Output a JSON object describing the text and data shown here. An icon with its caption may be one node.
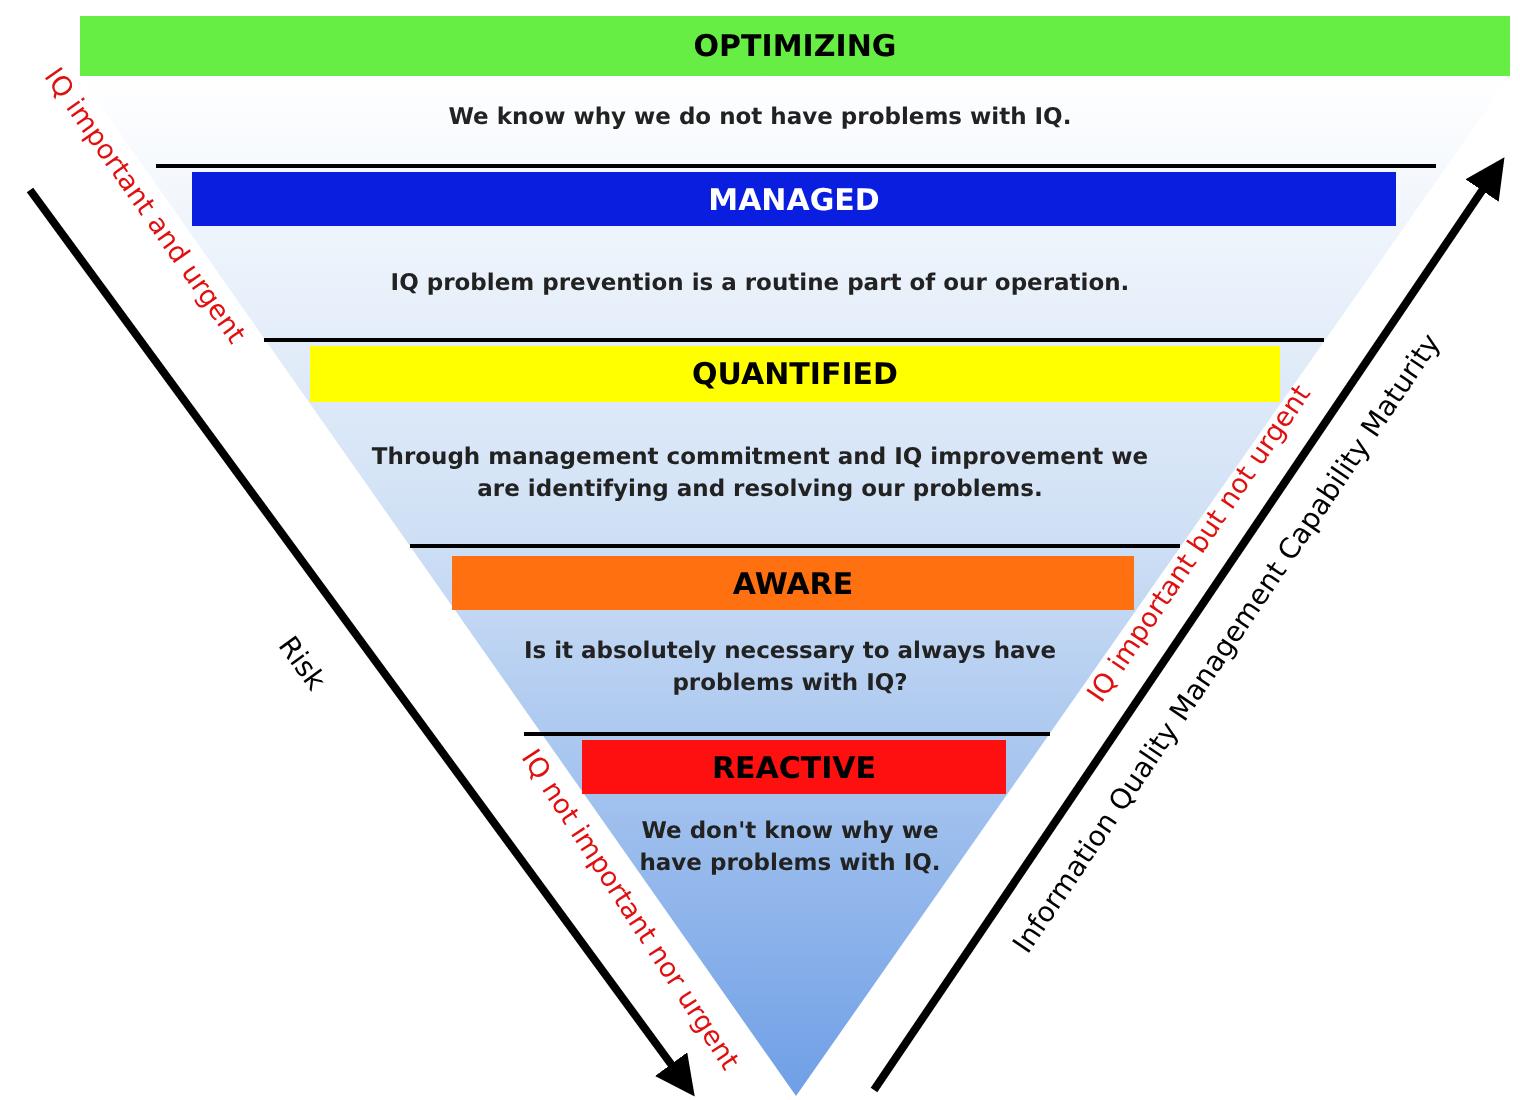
{
  "diagram": {
    "nodes": [
      {
        "text": [
          "OPTIMIZING",
          "We know why we do not have problems with IQ."
        ]
      },
      {
        "text": [
          "MANAGED",
          "IQ problem prevention is a routine part of our operation."
        ]
      },
      {
        "text": [
          "QUANTIFIED",
          "Through management commitment and IQ improvement we are identifying and resolving our problems."
        ]
      },
      {
        "text": [
          "AWARE",
          "Is it absolutely necessary to always have problems with IQ?"
        ]
      },
      {
        "text": [
          "REACTIVE",
          "We don't know why we have problems with IQ."
        ]
      }
    ],
    "labels": [
      "IQ important and urgent",
      "Risk",
      "IQ not important nor urgent",
      "IQ important but not urgent",
      "Information Quality Management Capability Maturity"
    ]
  }
}
